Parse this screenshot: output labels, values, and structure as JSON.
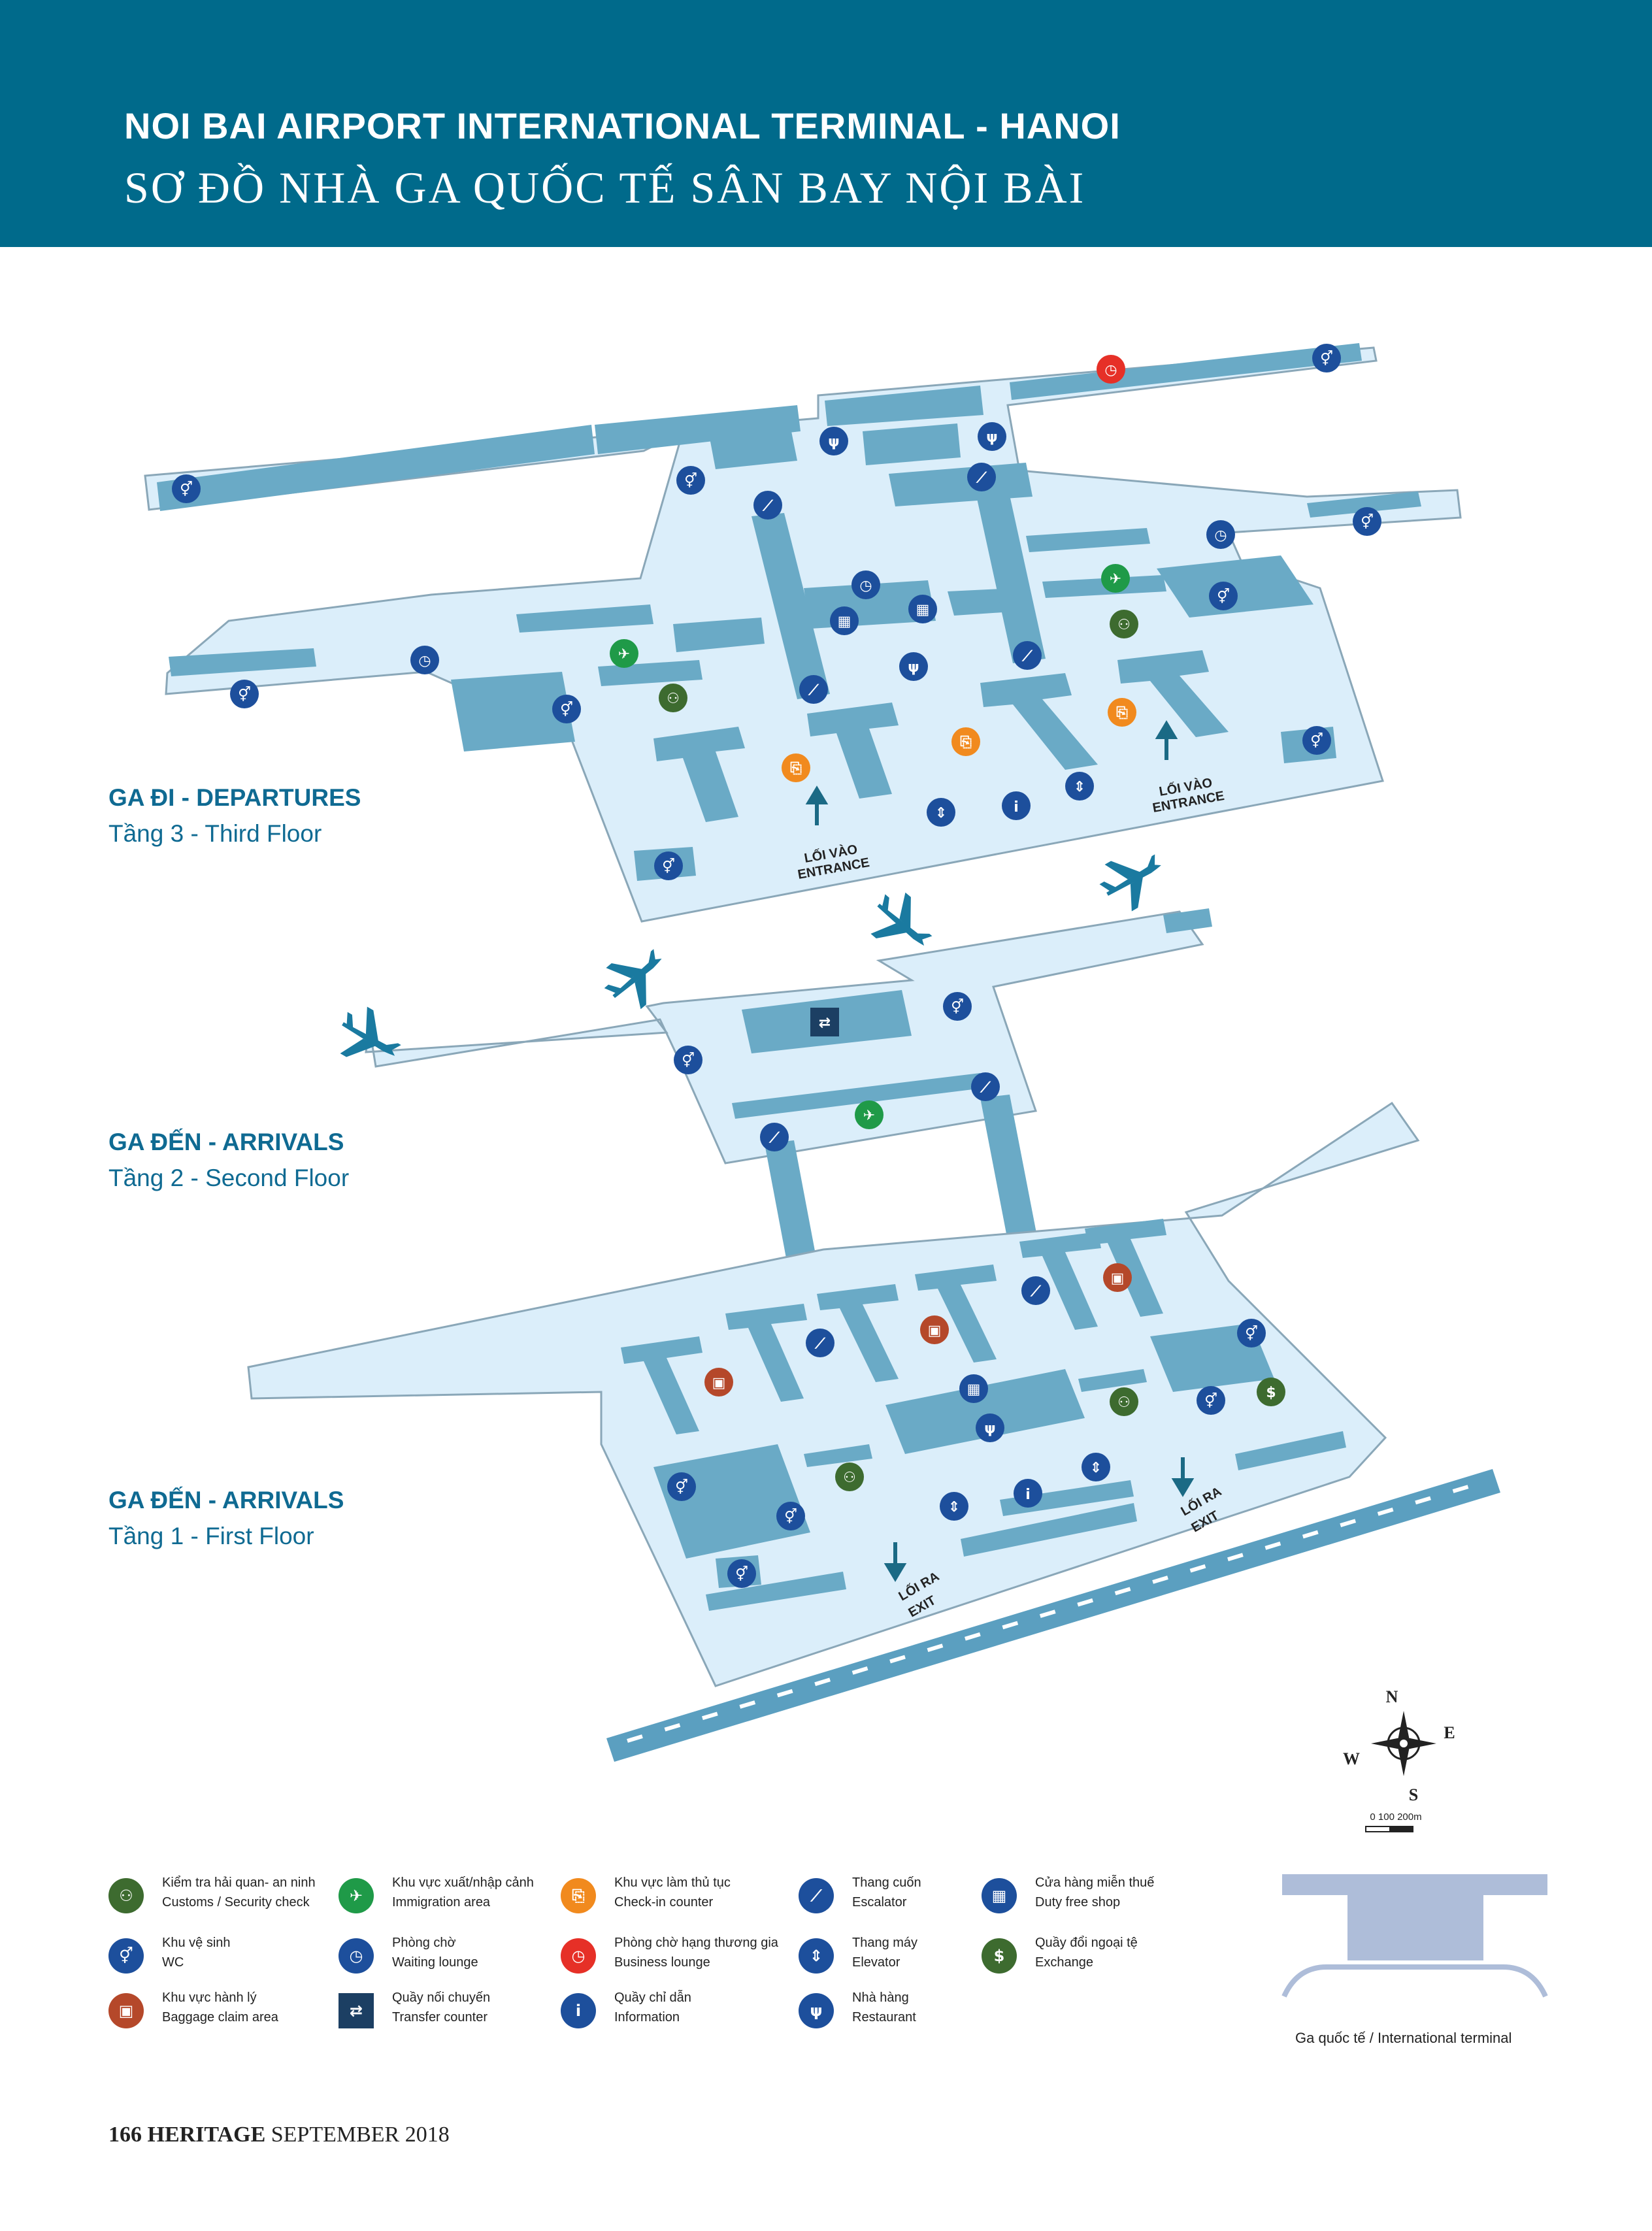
{
  "header": {
    "title_en": "NOI BAI AIRPORT INTERNATIONAL TERMINAL - HANOI",
    "title_vi": "SƠ ĐỒ NHÀ GA QUỐC TẾ SÂN BAY NỘI BÀI"
  },
  "floors": [
    {
      "title": "GA ĐI - DEPARTURES",
      "subtitle": "Tầng 3 - Third Floor"
    },
    {
      "title": "GA ĐẾN - ARRIVALS",
      "subtitle": "Tầng 2 - Second Floor"
    },
    {
      "title": "GA ĐẾN - ARRIVALS",
      "subtitle": "Tầng 1 - First Floor"
    }
  ],
  "map_labels": {
    "entrance_vi": "LỐI VÀO",
    "entrance_en": "ENTRANCE",
    "exit_vi": "LỐI RA",
    "exit_en": "EXIT"
  },
  "compass": {
    "n": "N",
    "s": "S",
    "e": "E",
    "w": "W",
    "scale": "0   100   200m"
  },
  "legend": [
    {
      "vi": "Kiểm tra hải quan- an ninh",
      "en": "Customs / Security check",
      "icon": "customs-icon",
      "color": "#3d6b2f",
      "glyph": "⚇"
    },
    {
      "vi": "Khu vực xuất/nhập cảnh",
      "en": "Immigration area",
      "icon": "immigration-icon",
      "color": "#1f9a48",
      "glyph": "✈"
    },
    {
      "vi": "Khu vực làm thủ tục",
      "en": "Check-in counter",
      "icon": "check-in-icon",
      "color": "#f18a1e",
      "glyph": "⎘"
    },
    {
      "vi": "Thang cuốn",
      "en": "Escalator",
      "icon": "escalator-icon",
      "color": "#1d4f9c",
      "glyph": "⟋"
    },
    {
      "vi": "Cửa hàng miễn thuế",
      "en": "Duty free shop",
      "icon": "duty-free-icon",
      "color": "#1d4f9c",
      "glyph": "▦"
    },
    {
      "vi": "Khu vệ sinh",
      "en": "WC",
      "icon": "wc-icon",
      "color": "#1d4f9c",
      "glyph": "⚥"
    },
    {
      "vi": "Phòng chờ",
      "en": "Waiting lounge",
      "icon": "waiting-lounge-icon",
      "color": "#1d4f9c",
      "glyph": "◷"
    },
    {
      "vi": "Phòng chờ hạng thương gia",
      "en": "Business lounge",
      "icon": "business-lounge-icon",
      "color": "#e63027",
      "glyph": "◷"
    },
    {
      "vi": "Thang máy",
      "en": "Elevator",
      "icon": "elevator-icon",
      "color": "#1d4f9c",
      "glyph": "⇕"
    },
    {
      "vi": "Quầy đổi ngoại tệ",
      "en": "Exchange",
      "icon": "exchange-icon",
      "color": "#3d6b2f",
      "glyph": "$"
    },
    {
      "vi": "Khu vực hành lý",
      "en": "Baggage claim area",
      "icon": "baggage-icon",
      "color": "#b5482a",
      "glyph": "▣"
    },
    {
      "vi": "Quầy nối chuyến",
      "en": "Transfer counter",
      "icon": "transfer-icon",
      "color": "#1c3f63",
      "glyph": "⇄"
    },
    {
      "vi": "Quầy chỉ dẫn",
      "en": "Information",
      "icon": "information-icon",
      "color": "#1d4f9c",
      "glyph": "i"
    },
    {
      "vi": "Nhà hàng",
      "en": "Restaurant",
      "icon": "restaurant-icon",
      "color": "#1d4f9c",
      "glyph": "ψ"
    }
  ],
  "intl_terminal_caption": "Ga quốc tế / International terminal",
  "footer": {
    "page": "166",
    "magazine": "HERITAGE",
    "issue": "SEPTEMBER 2018"
  },
  "colors": {
    "header": "#006a8b",
    "floor": "#dbeefa",
    "block": "#6aaac6",
    "runway": "#5b9fc0",
    "icon_blue": "#1d4f9c"
  }
}
